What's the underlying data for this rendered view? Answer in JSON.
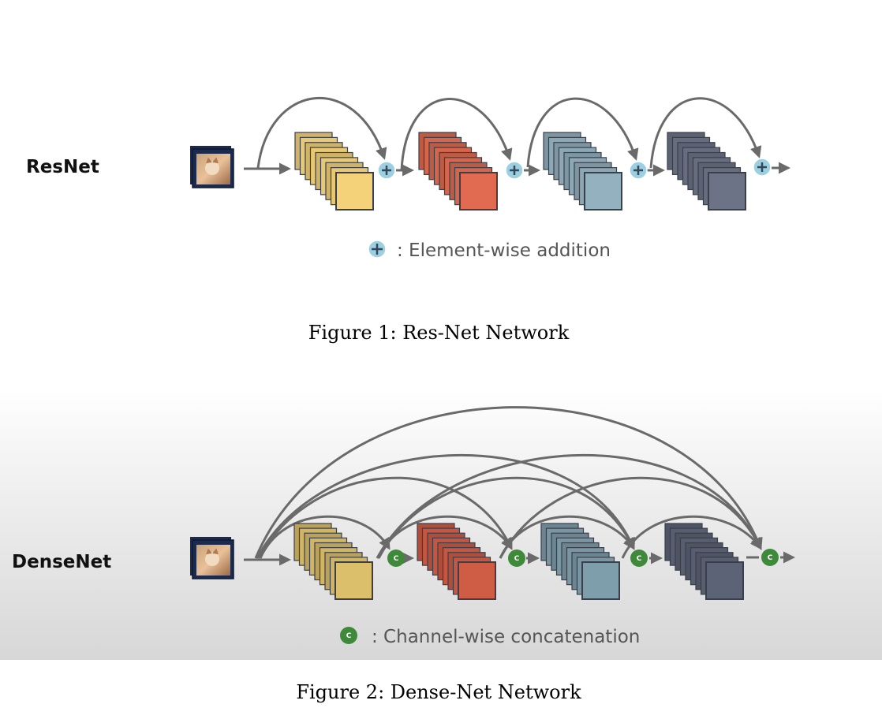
{
  "figure1": {
    "network_label": "ResNet",
    "legend_text": ": Element-wise addition",
    "caption": "Figure 1: Res-Net Network",
    "operator_icon": "plus-circle-icon",
    "operator_color": "#9ccfe0",
    "block_colors": [
      "#f3d27a",
      "#e06b50",
      "#93b1bf",
      "#6c7386"
    ]
  },
  "figure2": {
    "network_label": "DenseNet",
    "legend_text": ": Channel-wise concatenation",
    "operator_letter": "C",
    "caption": "Figure 2: Dense-Net Network",
    "operator_icon": "concat-circle-icon",
    "operator_color": "#3f8a3a",
    "block_colors": [
      "#dbbf6a",
      "#cf5c45",
      "#7f9eab",
      "#5d6376"
    ]
  },
  "input_icon": "cat-image-icon"
}
